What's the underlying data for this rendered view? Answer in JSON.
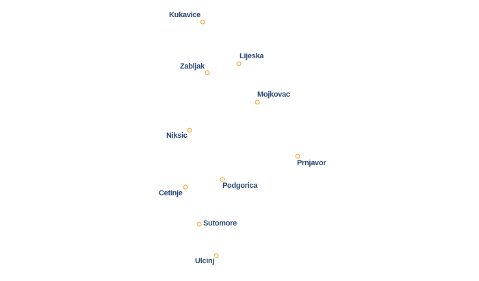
{
  "map": {
    "places": [
      {
        "id": "kukavice",
        "name": "Kukavice"
      },
      {
        "id": "lijeska",
        "name": "Lijeska"
      },
      {
        "id": "zabljak",
        "name": "Zabljak"
      },
      {
        "id": "mojkovac",
        "name": "Mojkovac"
      },
      {
        "id": "niksic",
        "name": "Niksic"
      },
      {
        "id": "prnjavor",
        "name": "Prnjavor"
      },
      {
        "id": "podgorica",
        "name": "Podgorica"
      },
      {
        "id": "cetinje",
        "name": "Cetinje"
      },
      {
        "id": "sutomore",
        "name": "Sutomore"
      },
      {
        "id": "ulcinj",
        "name": "Ulcinj"
      }
    ],
    "colors": {
      "label": "#2a4876",
      "label_halo": "#ffffff",
      "marker_stroke": "#e8a93a",
      "marker_fill": "#fbf1dc",
      "background": "#ffffff"
    }
  }
}
